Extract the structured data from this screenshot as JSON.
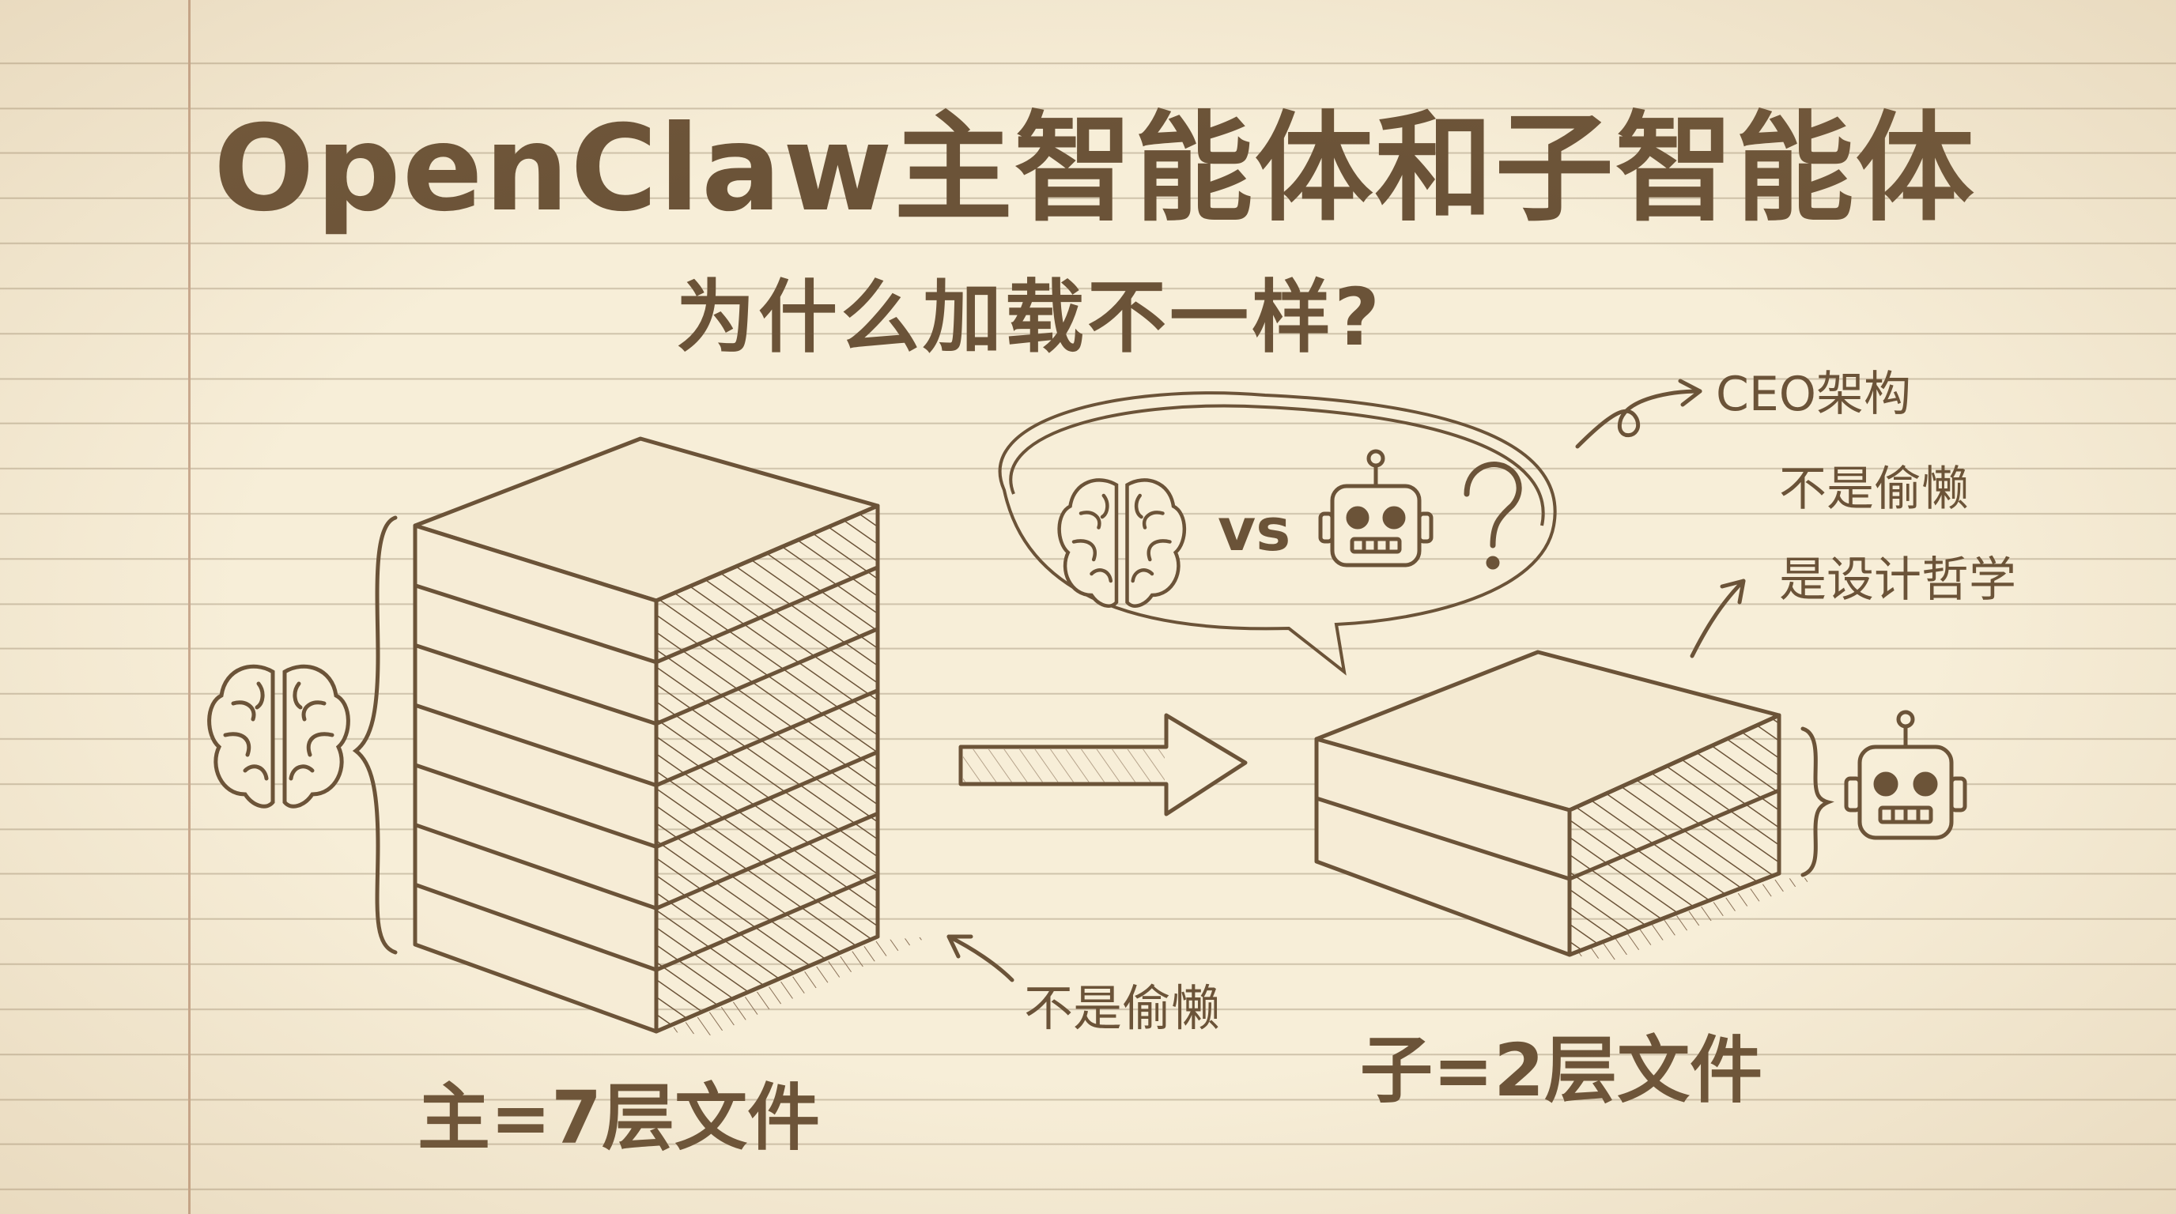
{
  "title": "OpenClaw主智能体和子智能体",
  "subtitle": "为什么加载不一样?",
  "main_label": "主=7层文件",
  "sub_label": "子=2层文件",
  "bubble": {
    "vs": "vs",
    "question": "?"
  },
  "notes": {
    "lazy_near_stack": "不是偷懒",
    "ceo": "CEO架构",
    "lazy_right": "不是偷懒",
    "design": "是设计哲学"
  },
  "icons": [
    "brain-icon",
    "robot-icon",
    "arrow-right-icon",
    "question-mark-icon"
  ],
  "colors": {
    "ink": "#6b5338",
    "paper": "#f7eed8",
    "rule": "#cfc3ab",
    "margin": "#c9a98f"
  },
  "main_stack": {
    "layers": 7
  },
  "sub_stack": {
    "layers": 2
  }
}
